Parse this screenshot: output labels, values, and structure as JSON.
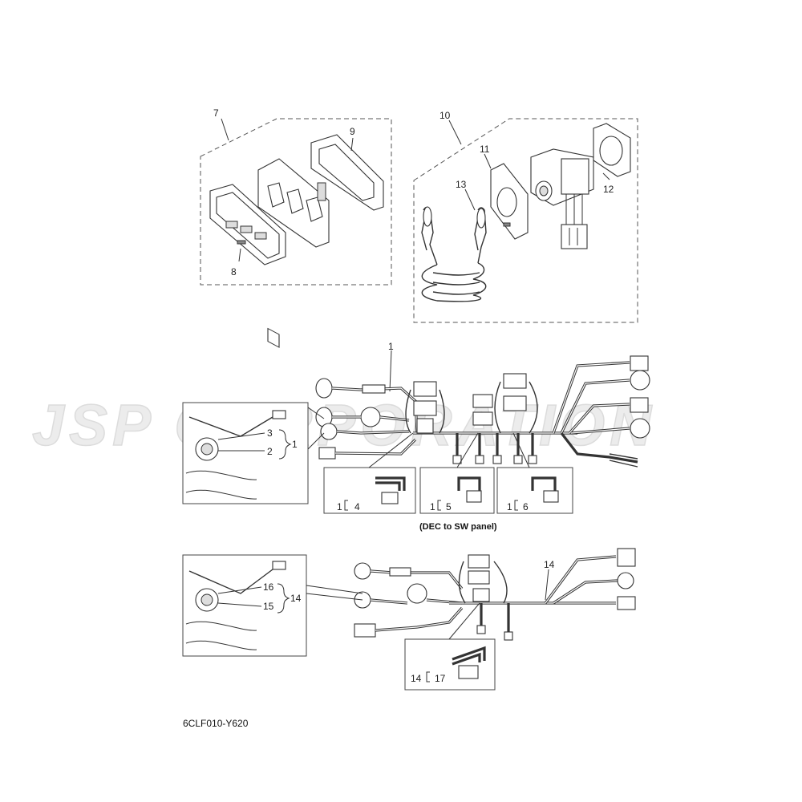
{
  "watermark": "JSP CORPORATION",
  "diagram_code": "6CLF010-Y620",
  "caption": "(DEC to SW panel)",
  "callouts": {
    "c7": "7",
    "c9": "9",
    "c8": "8",
    "c10": "10",
    "c11": "11",
    "c13": "13",
    "c12": "12",
    "c1_top": "1",
    "c3": "3",
    "c2": "2",
    "c1_inset": "1",
    "c4_pre": "1",
    "c4": "4",
    "c5_pre": "1",
    "c5": "5",
    "c6_pre": "1",
    "c6": "6",
    "c14_top": "14",
    "c16": "16",
    "c15": "15",
    "c14_inset": "14",
    "c17_pre": "14",
    "c17": "17"
  },
  "colors": {
    "line": "#333333",
    "watermark": "#ececec",
    "background": "#ffffff"
  }
}
